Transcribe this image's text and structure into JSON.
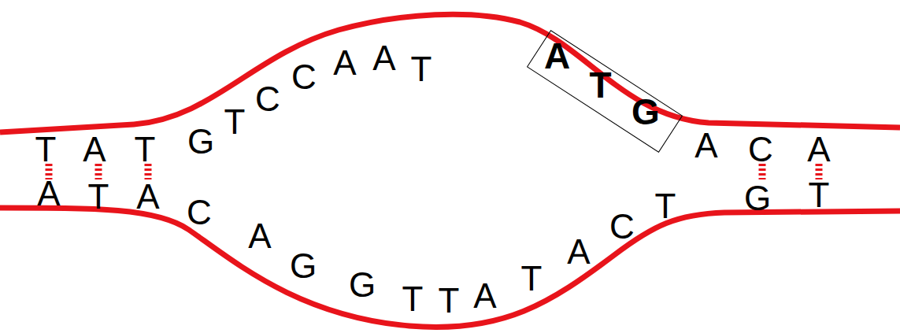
{
  "diagram": {
    "nodes": [
      {
        "text": [
          "A",
          "T",
          "G"
        ]
      }
    ],
    "labels": [
      "T",
      "A",
      "T",
      "G",
      "T",
      "C",
      "C",
      "A",
      "A",
      "T",
      "A",
      "C",
      "A",
      "A",
      "T",
      "A",
      "C",
      "A",
      "G",
      "G",
      "T",
      "T",
      "A",
      "T",
      "A",
      "C",
      "T",
      "G",
      "T"
    ]
  }
}
